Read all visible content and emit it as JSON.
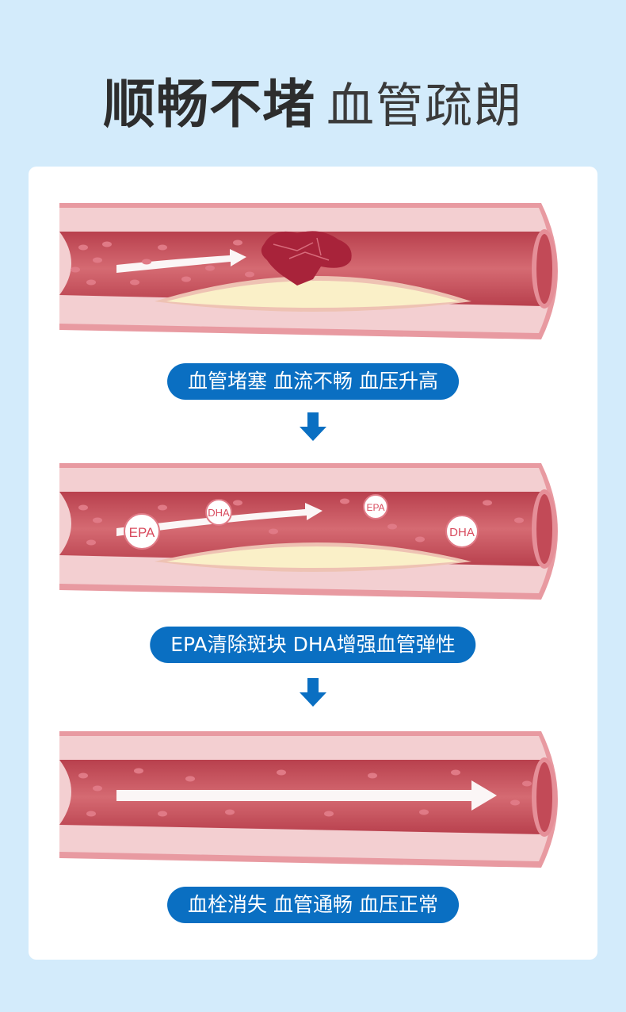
{
  "title": {
    "bold": "顺畅不堵",
    "light": "血管疏朗"
  },
  "stages": [
    {
      "label": "血管堵塞 血流不畅 血压升高"
    },
    {
      "label": "EPA清除斑块 DHA增强血管弹性",
      "molecules": {
        "epa_large": "EPA",
        "dha_small": "DHA",
        "epa_small": "EPA",
        "dha_large": "DHA"
      }
    },
    {
      "label": "血栓消失 血管通畅 血压正常"
    }
  ],
  "colors": {
    "background": "#d3ebfb",
    "pill": "#0a6fc2",
    "vessel_wall": "#efc3c5",
    "vessel_lumen": "#c9535e",
    "plaque": "#faf0c8",
    "clot": "#a8233a"
  }
}
